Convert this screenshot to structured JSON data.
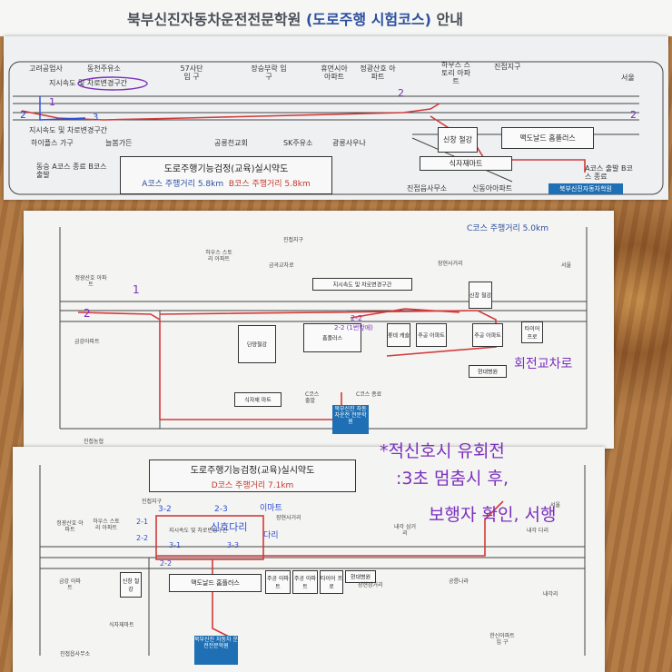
{
  "header": {
    "title_part1": "북부신진자동차운전전문학원",
    "title_part2": "(도로주행 시험코스)",
    "title_part3": "안내"
  },
  "map_ab": {
    "places": [
      "고려공업사",
      "동천주유소",
      "지시속도 및 차로변경구간",
      "57사단 입 구",
      "장승부락 입 구",
      "휴먼시아 아파트",
      "정광산호 아파트",
      "하우스 스토리 아파트",
      "진접지구",
      "서울",
      "지시속도 및 차로변경구간",
      "하이플스 가구",
      "늘봄가든",
      "공릉천교회",
      "SK주유소",
      "광릉사우나",
      "신창 철강",
      "맥도날드 홈플러스",
      "식자재마트",
      "진접읍사무소",
      "신동아아파트",
      "동승 A코스 종료 B코스 출발",
      "A코스 출발 B코스 종료",
      "북부신진자동차학원"
    ],
    "info_title": "도로주행기능검정(교육)실시약도",
    "course_a": "A코스 주행거리 5.8km",
    "course_b": "B코스 주행거리 5.8km",
    "handwritten": [
      "1",
      "2",
      "3",
      "2",
      "2"
    ]
  },
  "map_c": {
    "course": "C코스 주행거리 5.0km",
    "places": [
      "진접지구",
      "하우스 스토리 아파트",
      "금곡교차로",
      "장현사거리",
      "서울",
      "정광산호 아파트",
      "지시속도 및 차로변경구간",
      "신창 철강",
      "금강아파트",
      "단양철강",
      "홈플러스",
      "롯데 캐슬",
      "주공 아파트",
      "주공 아파트",
      "타이어 프로",
      "현대병원",
      "식자재 마트",
      "C코스 출발",
      "C코스 종료",
      "북부신진 자동차운전 전문학원",
      "진접농협"
    ],
    "handwritten": [
      "1",
      "2",
      "2-2",
      "2-2 (1번앞에)",
      "회전교차로"
    ]
  },
  "map_d": {
    "info_title": "도로주행기능검정(교육)실시약도",
    "course_d": "D코스 주행거리 7.1km",
    "places": [
      "진접지구",
      "정광산호 아파트",
      "하우스 스토리 아파트",
      "지시속도 및 차로변경구간",
      "장현사거리",
      "내각 삼거리",
      "서울",
      "내각 다리",
      "금강 아파트",
      "신창 철강",
      "맥도날드 홈플러스",
      "주공 아파트",
      "주공 아파트",
      "타이어 프로",
      "현대병원",
      "장현삼거리",
      "공릉나라",
      "내각리",
      "식자재마트",
      "진접읍사무소",
      "북부신진 자동차 운전전문학원",
      "한신아파트 입 구"
    ],
    "handwritten": [
      "3-2",
      "2-3",
      "이마트",
      "신호다리",
      "다리",
      "3-1",
      "3-3",
      "2-2",
      "2-1",
      "2-2"
    ]
  },
  "note": {
    "line1": "*적신호시 유회전",
    "line2": ":3초 멈춤시 후,",
    "line3": "보행자 확인, 서행"
  },
  "colors": {
    "route": "#d23a3a",
    "pen_purple": "#7b2fbf",
    "pen_blue": "#2d4ed8",
    "course_a": "#2b4fa0",
    "course_b": "#c0392b"
  }
}
